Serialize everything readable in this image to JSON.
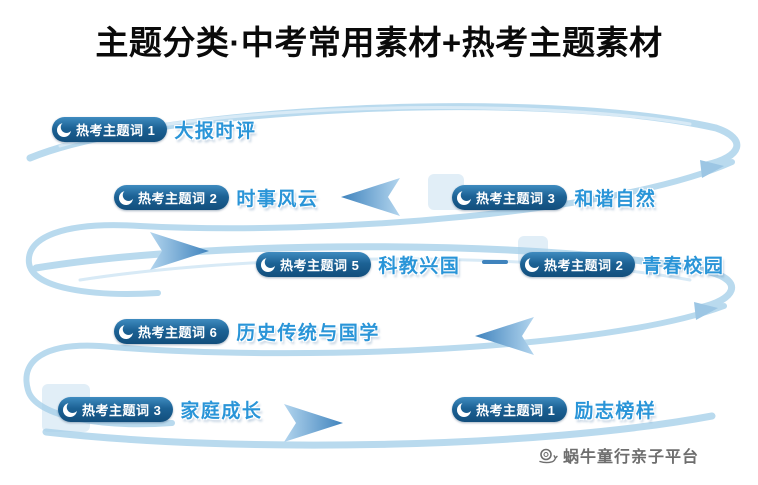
{
  "title": "主题分类·中考常用素材+热考主题素材",
  "badges": [
    {
      "label": "热考主题词 1",
      "topic": "大报时评"
    },
    {
      "label": "热考主题词 2",
      "topic": "时事风云"
    },
    {
      "label": "热考主题词 3",
      "topic": "和谐自然"
    },
    {
      "label": "热考主题词 5",
      "topic": "科教兴国"
    },
    {
      "label": "热考主题词 2",
      "topic": "青春校园"
    },
    {
      "label": "热考主题词 6",
      "topic": "历史传统与国学"
    },
    {
      "label": "热考主题词 3",
      "topic": "家庭成长"
    },
    {
      "label": "热考主题词 1",
      "topic": "励志榜样"
    }
  ],
  "watermark": {
    "text": "蜗牛童行亲子平台",
    "icon": "snail-icon"
  },
  "icons": {
    "badge_icon": "crescent-moon-icon",
    "watermark_icon": "snail-icon"
  },
  "colors": {
    "badge_pill": "#1c6295",
    "topic_text": "#2a95d8",
    "swoosh": "#b9daee",
    "arrow": "#3f83bd",
    "title_text": "#0a0a0a",
    "watermark_text": "#6e6e6e"
  }
}
